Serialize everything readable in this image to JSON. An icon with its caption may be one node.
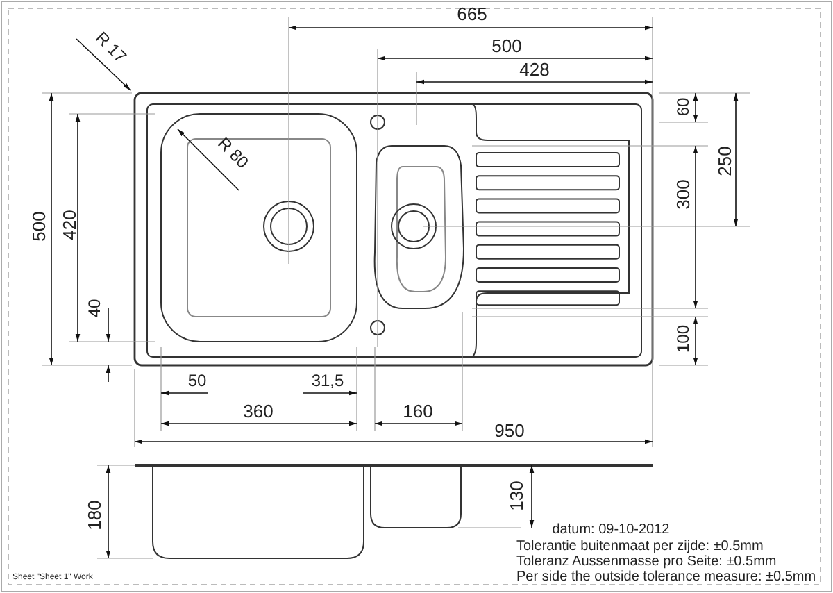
{
  "diagram": {
    "labels": [
      "665",
      "500",
      "428",
      "R 17",
      "60",
      "R 80",
      "250",
      "300",
      "500",
      "420",
      "40",
      "100",
      "50",
      "31,5",
      "360",
      "160",
      "950",
      "180",
      "130",
      "datum: 09-10-2012",
      "Tolerantie buitenmaat per zijde: ±0.5mm",
      "Toleranz Aussenmasse pro Seite: ±0.5mm",
      "Per side the outside tolerance measure: ±0.5mm",
      "Sheet \"Sheet 1\" Work"
    ]
  }
}
